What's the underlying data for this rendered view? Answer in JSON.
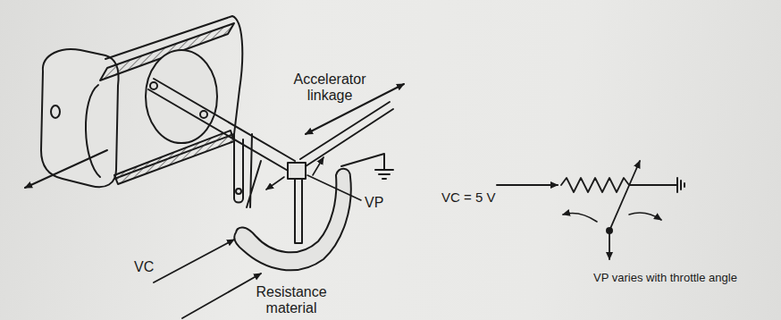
{
  "diagram": {
    "labels": [
      "Accelerator linkage",
      "VP",
      "VC",
      "Resistance material",
      "VC = 5 V",
      "VP varies with throttle angle"
    ]
  }
}
